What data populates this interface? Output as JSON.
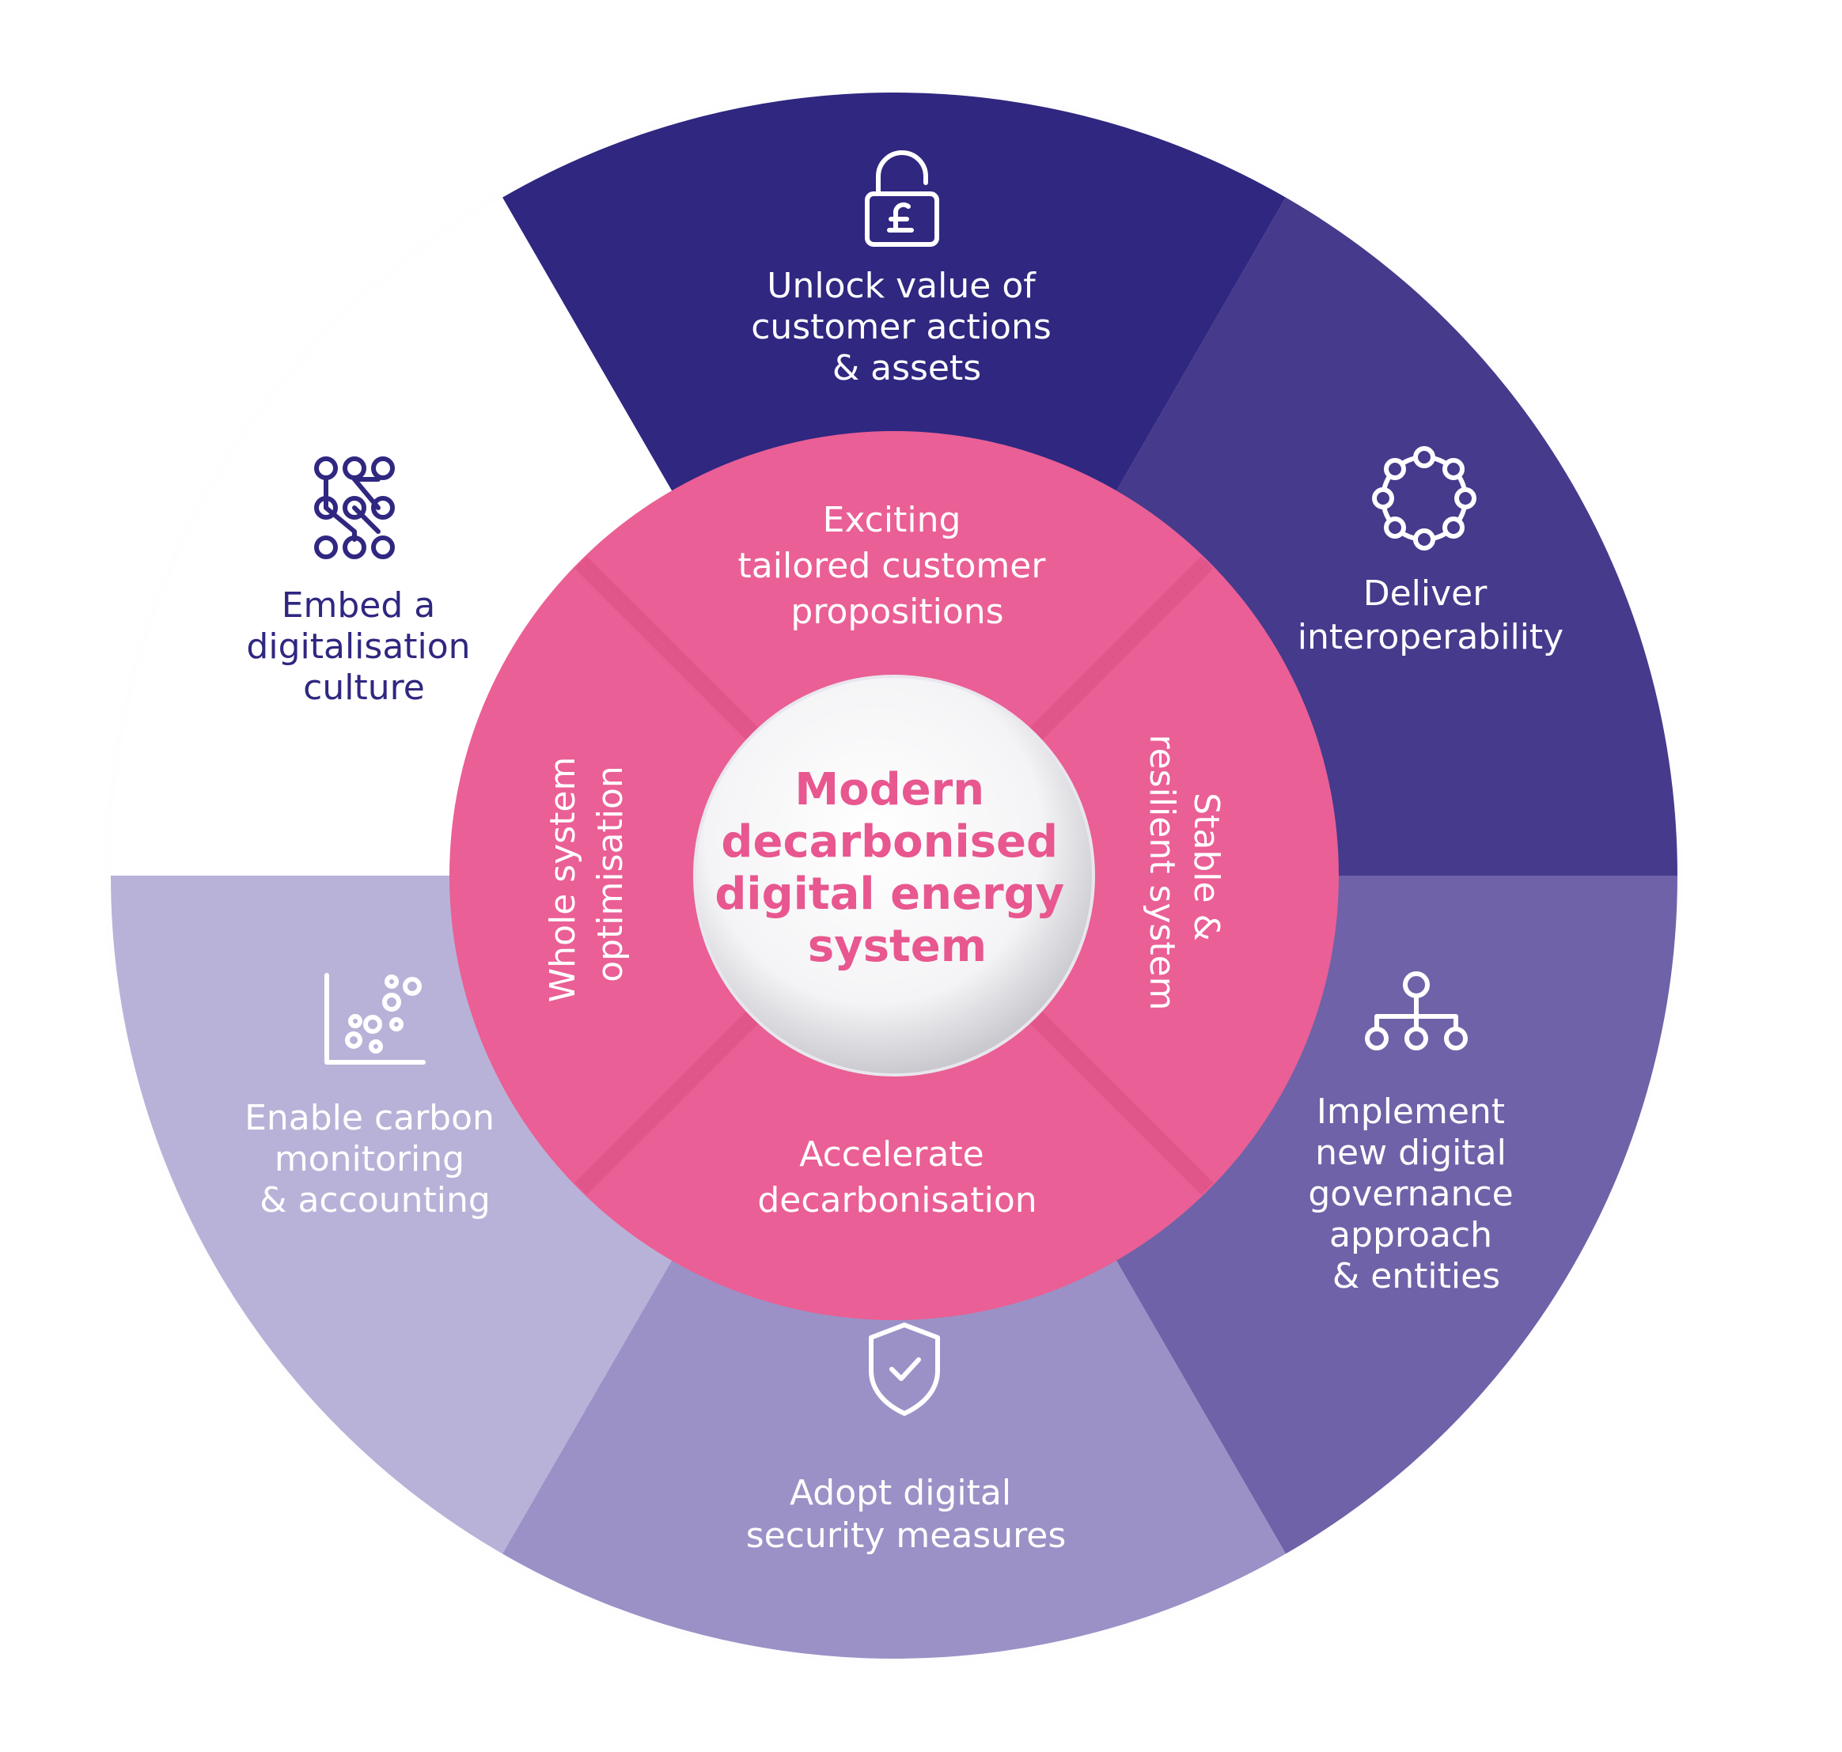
{
  "center": {
    "lines": [
      "Modern",
      "decarbonised",
      "digital energy",
      "system"
    ]
  },
  "inner_ring": {
    "top": [
      "Exciting",
      "tailored customer",
      "propositions"
    ],
    "right": [
      "Stable &",
      "resilient system"
    ],
    "bottom": [
      "Accelerate",
      "decarbonisation"
    ],
    "left": [
      "Whole system",
      "optimisation"
    ]
  },
  "outer_ring": {
    "unlock": [
      "Unlock value of",
      "customer actions",
      "& assets"
    ],
    "interoperability": [
      "Deliver",
      "interoperability"
    ],
    "governance": [
      "Implement",
      "new digital",
      "governance",
      "approach",
      "& entities"
    ],
    "security": [
      "Adopt digital",
      "security measures"
    ],
    "carbon": [
      "Enable carbon",
      "monitoring",
      "& accounting"
    ],
    "culture": [
      "Embed a",
      "digitalisation",
      "culture"
    ]
  },
  "icons": {
    "unlock": "padlock-pound-icon",
    "interoperability": "connected-ring-icon",
    "governance": "hierarchy-icon",
    "security": "shield-check-icon",
    "carbon": "scatter-chart-icon",
    "culture": "network-grid-icon"
  },
  "colors": {
    "navy": "#2f2780",
    "indigo": "#463a8c",
    "violet": "#6f62a8",
    "lavender": "#9b91c6",
    "lilac": "#b8b2d8",
    "pink": "#ea5f95",
    "pink_dark": "#d94c84"
  }
}
